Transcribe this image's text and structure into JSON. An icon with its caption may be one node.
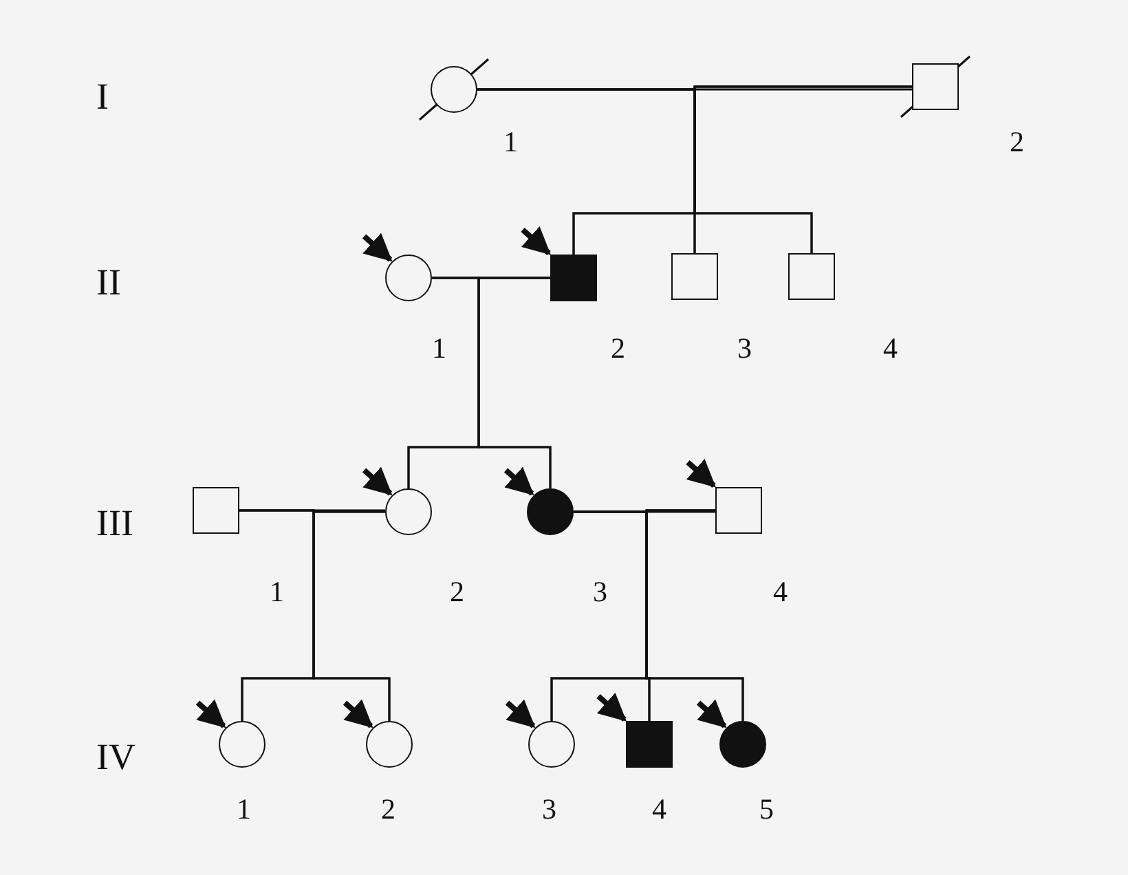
{
  "diagram": {
    "nodes": [
      {
        "text": [],
        "shape": "circle",
        "beside": [
          "1"
        ]
      },
      {
        "text": [],
        "shape": "box",
        "beside": [
          "2"
        ]
      },
      {
        "text": [],
        "shape": "circle",
        "beside": [
          "1"
        ]
      },
      {
        "text": [],
        "shape": "box",
        "beside": [
          "2"
        ]
      },
      {
        "text": [],
        "shape": "box",
        "beside": [
          "3"
        ]
      },
      {
        "text": [],
        "shape": "box",
        "beside": [
          "4"
        ]
      },
      {
        "text": [],
        "shape": "box",
        "beside": [
          "1"
        ]
      },
      {
        "text": [],
        "shape": "circle",
        "beside": [
          "2"
        ]
      },
      {
        "text": [],
        "shape": "circle",
        "beside": [
          "3"
        ]
      },
      {
        "text": [],
        "shape": "box",
        "beside": [
          "4"
        ]
      },
      {
        "text": [],
        "shape": "circle",
        "beside": [
          "1"
        ]
      },
      {
        "text": [],
        "shape": "circle",
        "beside": [
          "2"
        ]
      },
      {
        "text": [],
        "shape": "circle",
        "beside": [
          "3"
        ]
      },
      {
        "text": [],
        "shape": "box",
        "beside": [
          "4"
        ]
      },
      {
        "text": [],
        "shape": "circle",
        "beside": [
          "5"
        ]
      }
    ],
    "edges": [
      {
        "from": 0,
        "to": 1,
        "arrow": "none"
      },
      {
        "from": 0,
        "to": 3,
        "arrow": "none"
      },
      {
        "from": 0,
        "to": 4,
        "arrow": "none"
      },
      {
        "from": 0,
        "to": 5,
        "arrow": "none"
      },
      {
        "from": 1,
        "to": 3,
        "arrow": "none"
      },
      {
        "from": 1,
        "to": 4,
        "arrow": "none"
      },
      {
        "from": 1,
        "to": 5,
        "arrow": "none"
      },
      {
        "from": 2,
        "to": 3,
        "arrow": "none"
      },
      {
        "from": 2,
        "to": 7,
        "arrow": "none"
      },
      {
        "from": 2,
        "to": 8,
        "arrow": "none"
      },
      {
        "from": 3,
        "to": 7,
        "arrow": "none"
      },
      {
        "from": 3,
        "to": 8,
        "arrow": "none"
      },
      {
        "from": 6,
        "to": 7,
        "arrow": "none"
      },
      {
        "from": 6,
        "to": 10,
        "arrow": "none"
      },
      {
        "from": 6,
        "to": 11,
        "arrow": "none"
      },
      {
        "from": 7,
        "to": 10,
        "arrow": "none"
      },
      {
        "from": 7,
        "to": 11,
        "arrow": "none"
      },
      {
        "from": 8,
        "to": 9,
        "arrow": "none"
      },
      {
        "from": 8,
        "to": 12,
        "arrow": "none"
      },
      {
        "from": 8,
        "to": 13,
        "arrow": "none"
      },
      {
        "from": 8,
        "to": 14,
        "arrow": "none"
      },
      {
        "from": 9,
        "to": 12,
        "arrow": "none"
      },
      {
        "from": 9,
        "to": 13,
        "arrow": "none"
      },
      {
        "from": 9,
        "to": 14,
        "arrow": "none"
      },
      {
        "from": null,
        "to": 2,
        "arrow": "to",
        "style": "thick"
      },
      {
        "from": null,
        "to": 3,
        "arrow": "to",
        "style": "thick"
      },
      {
        "from": null,
        "to": 7,
        "arrow": "to",
        "style": "thick"
      },
      {
        "from": null,
        "to": 8,
        "arrow": "to",
        "style": "thick"
      },
      {
        "from": null,
        "to": 9,
        "arrow": "to",
        "style": "thick"
      },
      {
        "from": null,
        "to": 10,
        "arrow": "to",
        "style": "thick"
      },
      {
        "from": null,
        "to": 11,
        "arrow": "to",
        "style": "thick"
      },
      {
        "from": null,
        "to": 12,
        "arrow": "to",
        "style": "thick"
      },
      {
        "from": null,
        "to": 13,
        "arrow": "to",
        "style": "thick"
      },
      {
        "from": null,
        "to": 14,
        "arrow": "to",
        "style": "thick"
      }
    ],
    "labels": [
      "I",
      "II",
      "III",
      "IV"
    ]
  }
}
